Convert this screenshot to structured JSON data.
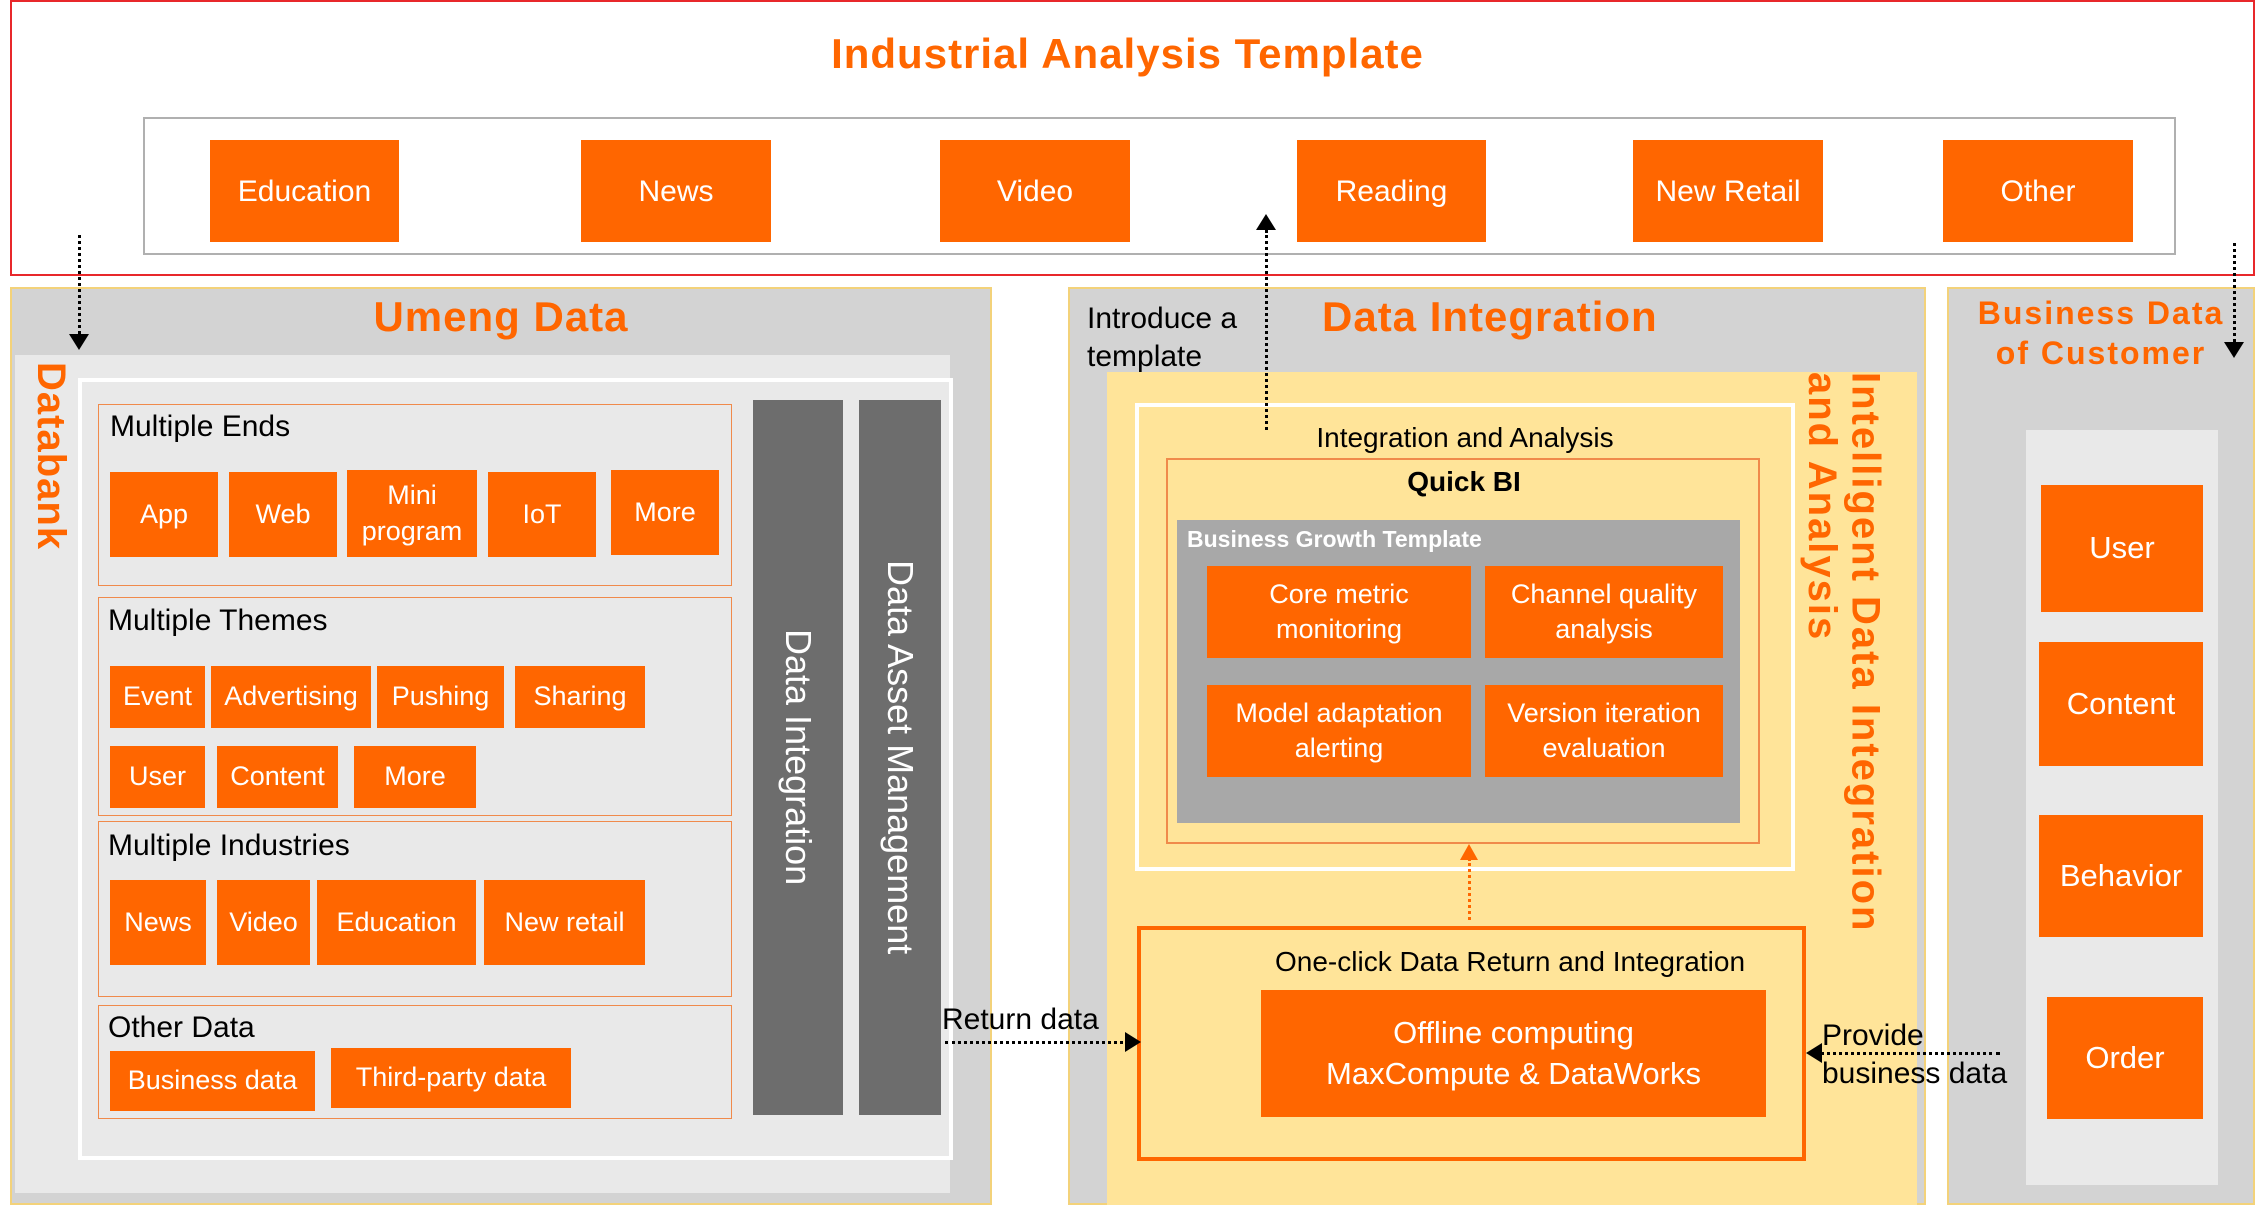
{
  "top": {
    "title": "Industrial Analysis Template",
    "items": [
      "Education",
      "News",
      "Video",
      "Reading",
      "New Retail",
      "Other"
    ]
  },
  "umeng": {
    "title": "Umeng Data",
    "databank": "Databank",
    "ends": {
      "title": "Multiple Ends",
      "items": [
        "App",
        "Web",
        "Mini\nprogram",
        "IoT",
        "More"
      ]
    },
    "themes": {
      "title": "Multiple Themes",
      "items": [
        "Event",
        "Advertising",
        "Pushing",
        "Sharing",
        "User",
        "Content",
        "More"
      ]
    },
    "industries": {
      "title": "Multiple Industries",
      "items": [
        "News",
        "Video",
        "Education",
        "New retail"
      ]
    },
    "other": {
      "title": "Other Data",
      "items": [
        "Business data",
        "Third-party data"
      ]
    },
    "bar1": "Data Integration",
    "bar2": "Data Asset Management"
  },
  "integration": {
    "title": "Data Integration",
    "introduce": "Introduce a\ntemplate",
    "side_label": "Intelligent Data Integration\nand Analysis",
    "ia_title": "Integration and Analysis",
    "quickbi": "Quick BI",
    "bgt": "Business Growth Template",
    "bgt_items": [
      "Core metric\nmonitoring",
      "Channel quality\nanalysis",
      "Model adaptation\nalerting",
      "Version iteration\nevaluation"
    ],
    "oneclick": "One-click Data Return and Integration",
    "offline": "Offline computing\nMaxCompute & DataWorks"
  },
  "customer": {
    "title": "Business Data\nof Customer",
    "items": [
      "User",
      "Content",
      "Behavior",
      "Order"
    ]
  },
  "labels": {
    "return_data": "Return data",
    "provide": "Provide\nbusiness data"
  }
}
